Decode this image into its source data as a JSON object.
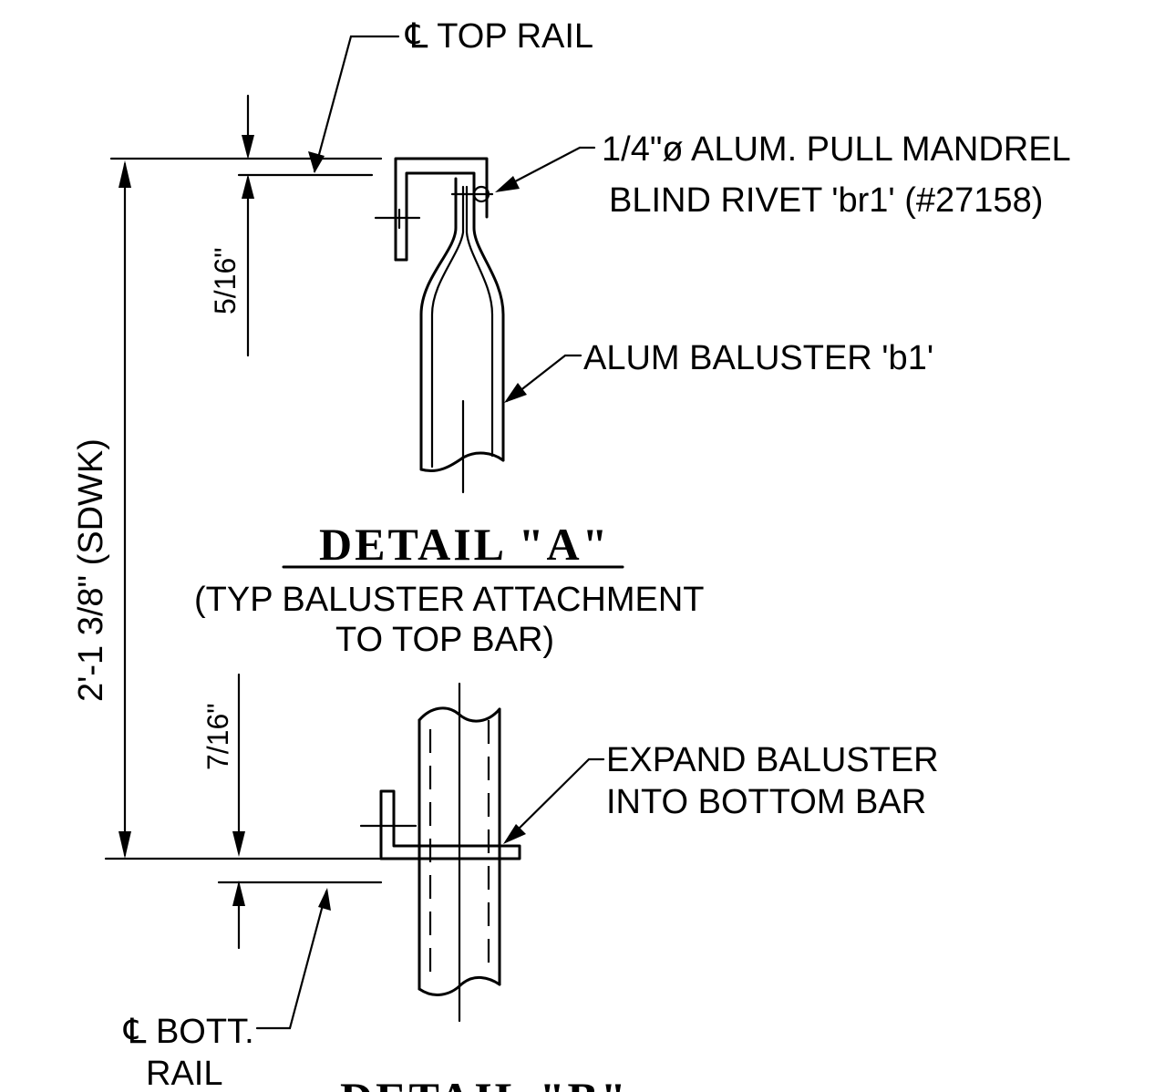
{
  "top_rail_label": "℄ TOP RAIL",
  "rivet_line1": "1/4\"ø ALUM. PULL MANDREL",
  "rivet_line2": "BLIND RIVET 'br1' (#27158)",
  "baluster_label": "ALUM  BALUSTER 'b1'",
  "dim_top_offset": "5/16\"",
  "dim_bottom_offset": "7/16\"",
  "dim_total": "2'-1 3/8\" (SDWK)",
  "detail_a_title": "DETAIL \"A\"",
  "detail_a_sub1": "(TYP  BALUSTER ATTACHMENT",
  "detail_a_sub2": "TO TOP BAR)",
  "expand_line1": "EXPAND BALUSTER",
  "expand_line2": "INTO BOTTOM BAR",
  "bott_rail_line1": "℄ BOTT.",
  "bott_rail_line2": "RAIL",
  "detail_b_title": "DETAIL \"B\""
}
